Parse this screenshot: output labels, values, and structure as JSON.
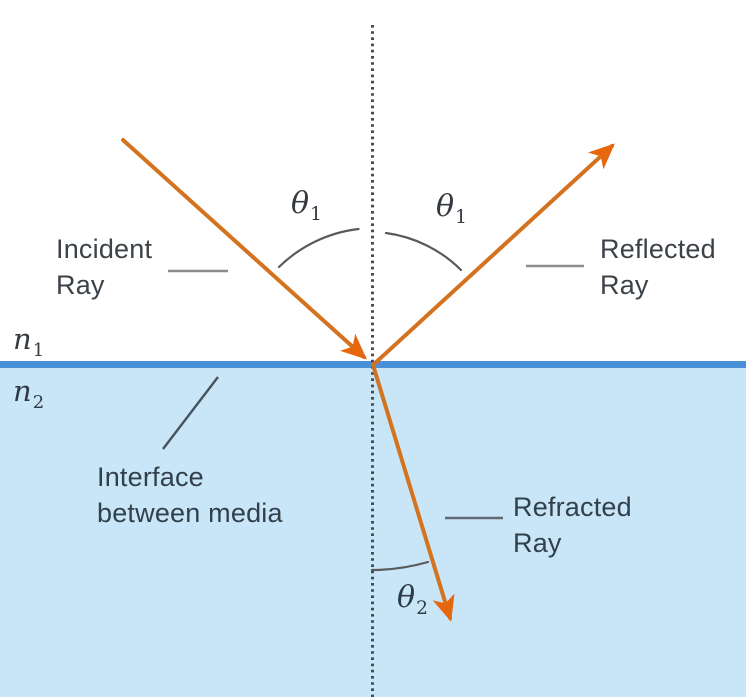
{
  "figure_subject": "refraction-reflection-at-interface-diagram",
  "labels": {
    "incident_ray": {
      "line1": "Incident",
      "line2": "Ray"
    },
    "reflected_ray": {
      "line1": "Reflected",
      "line2": "Ray"
    },
    "refracted_ray": {
      "line1": "Refracted",
      "line2": "Ray"
    },
    "interface": {
      "line1": "Interface",
      "line2": "between media"
    },
    "angle_incidence": {
      "symbol": "θ",
      "subscript": "1"
    },
    "angle_reflection": {
      "symbol": "θ",
      "subscript": "1"
    },
    "angle_refraction": {
      "symbol": "θ",
      "subscript": "2"
    },
    "medium1_index": {
      "symbol": "n",
      "subscript": "1"
    },
    "medium2_index": {
      "symbol": "n",
      "subscript": "2"
    }
  },
  "colors": {
    "ray_orange": "#d4731f",
    "arrowhead_orange": "#e6670d",
    "interface_blue": "#4a90d8",
    "medium2_fill": "#c9e6f8",
    "normal_dotted": "#4a4a4a",
    "label_text": "#3b4248",
    "leader_gray": "#8c8c8c",
    "arc_gray": "#5a5a5a",
    "background": "#ffffff"
  }
}
